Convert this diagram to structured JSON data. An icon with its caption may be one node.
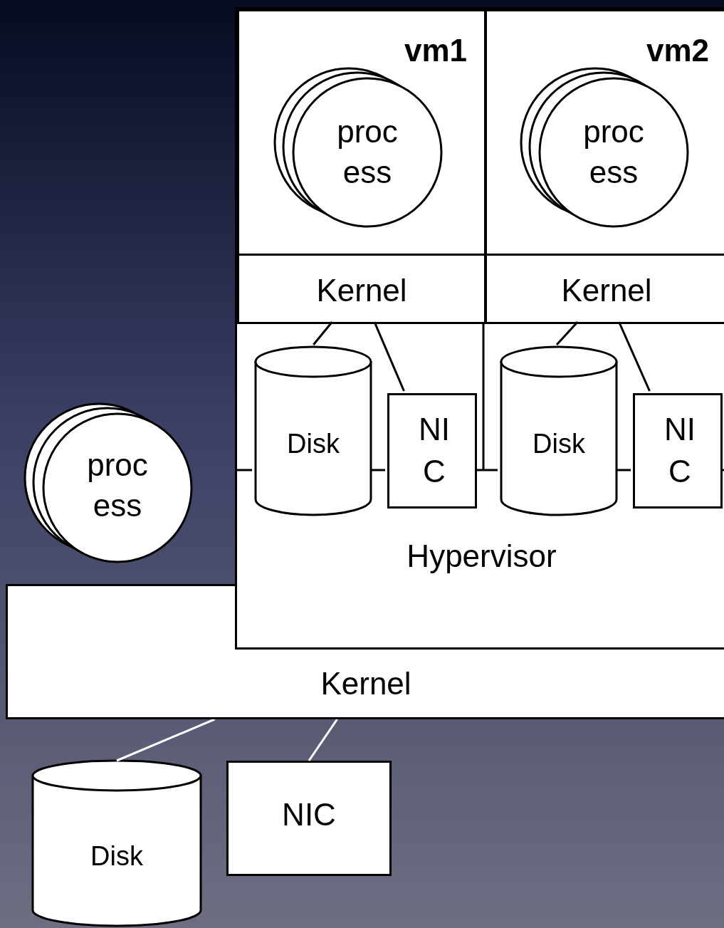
{
  "diagram": {
    "nodes": [
      {
        "text": [
          "Hypervisor"
        ]
      },
      {
        "text": [
          "vm1"
        ],
        "in": 0
      },
      {
        "text": [
          "proc ess"
        ],
        "in": 1
      },
      {
        "text": [
          "Kernel"
        ],
        "in": 1
      },
      {
        "text": [
          "vm2"
        ],
        "in": 0
      },
      {
        "text": [
          "proc ess"
        ],
        "in": 4
      },
      {
        "text": [
          "Kernel"
        ],
        "in": 4
      },
      {
        "text": [
          "Disk"
        ],
        "in": 0
      },
      {
        "text": [
          "NI C"
        ],
        "in": 0
      },
      {
        "text": [
          "Disk"
        ],
        "in": 0
      },
      {
        "text": [
          "NI C"
        ],
        "in": 0
      },
      {
        "text": [
          "proc ess"
        ]
      },
      {
        "text": [
          "Kernel"
        ]
      },
      {
        "text": [
          "Disk"
        ]
      },
      {
        "text": [
          "NIC"
        ]
      }
    ],
    "edges": [
      {
        "from": 3,
        "to": 7,
        "arrow": "none"
      },
      {
        "from": 3,
        "to": 8,
        "arrow": "none"
      },
      {
        "from": 6,
        "to": 9,
        "arrow": "none"
      },
      {
        "from": 6,
        "to": 10,
        "arrow": "none"
      },
      {
        "from": 7,
        "to": 8,
        "arrow": "none"
      },
      {
        "from": 8,
        "to": 9,
        "arrow": "none"
      },
      {
        "from": 9,
        "to": 10,
        "arrow": "none"
      },
      {
        "from": 12,
        "to": 13,
        "arrow": "none",
        "color": "#ffffff"
      },
      {
        "from": 12,
        "to": 14,
        "arrow": "none",
        "color": "#ffffff"
      }
    ]
  }
}
